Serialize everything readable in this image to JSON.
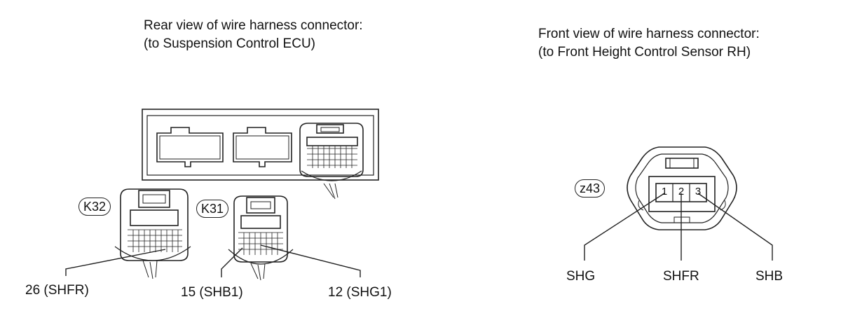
{
  "left_caption": {
    "line1": "Rear view of wire harness connector:",
    "line2": "(to Suspension Control ECU)"
  },
  "right_caption": {
    "line1": "Front view of wire harness connector:",
    "line2": "(to Front Height Control Sensor RH)"
  },
  "connectors": {
    "k32": "K32",
    "k31": "K31",
    "z43": "z43"
  },
  "pin_labels": {
    "k32_26": "26 (SHFR)",
    "k31_15": "15 (SHB1)",
    "k31_12": "12 (SHG1)"
  },
  "z43_pins": [
    "1",
    "2",
    "3"
  ],
  "z43_labels": {
    "pin1": "SHG",
    "pin2": "SHFR",
    "pin3": "SHB"
  }
}
